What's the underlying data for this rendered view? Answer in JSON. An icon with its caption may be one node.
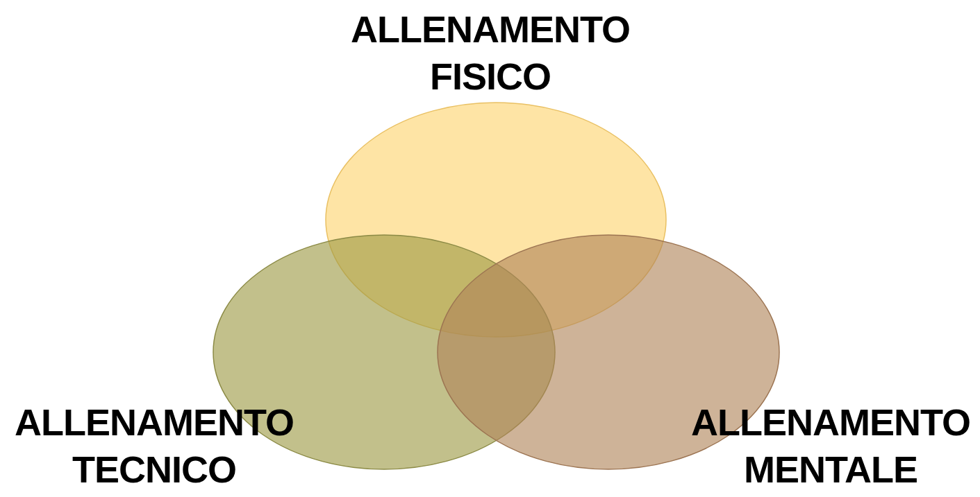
{
  "diagram": {
    "nodes": [
      {
        "text": [
          "ALLENAMENTO FISICO"
        ]
      },
      {
        "text": [
          "ALLENAMENTO TECNICO"
        ]
      },
      {
        "text": [
          "ALLENAMENTO MENTALE"
        ]
      }
    ]
  }
}
